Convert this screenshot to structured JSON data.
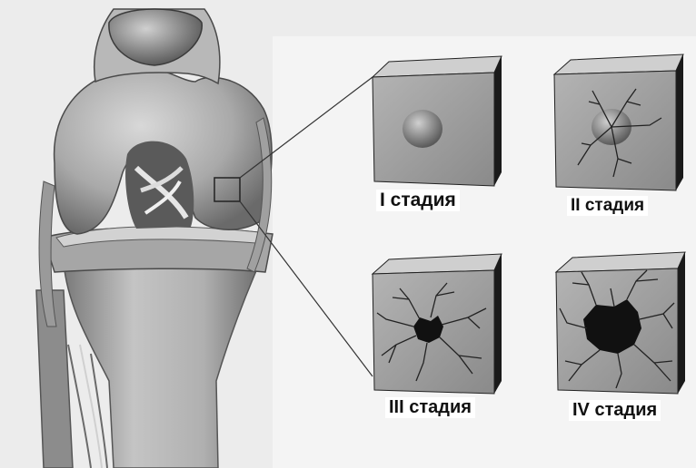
{
  "labels": {
    "stage1": "I стадия",
    "stage2": "II стадия",
    "stage3": "III стадия",
    "stage4": "IV стадия"
  },
  "colors": {
    "background": "#f2f2f2",
    "bone": "#b9b9b9",
    "bone_dark": "#6e6e6e",
    "cube_face": "#9c9c9c",
    "cube_side": "#1e1e1e",
    "lesion": "#111111"
  }
}
